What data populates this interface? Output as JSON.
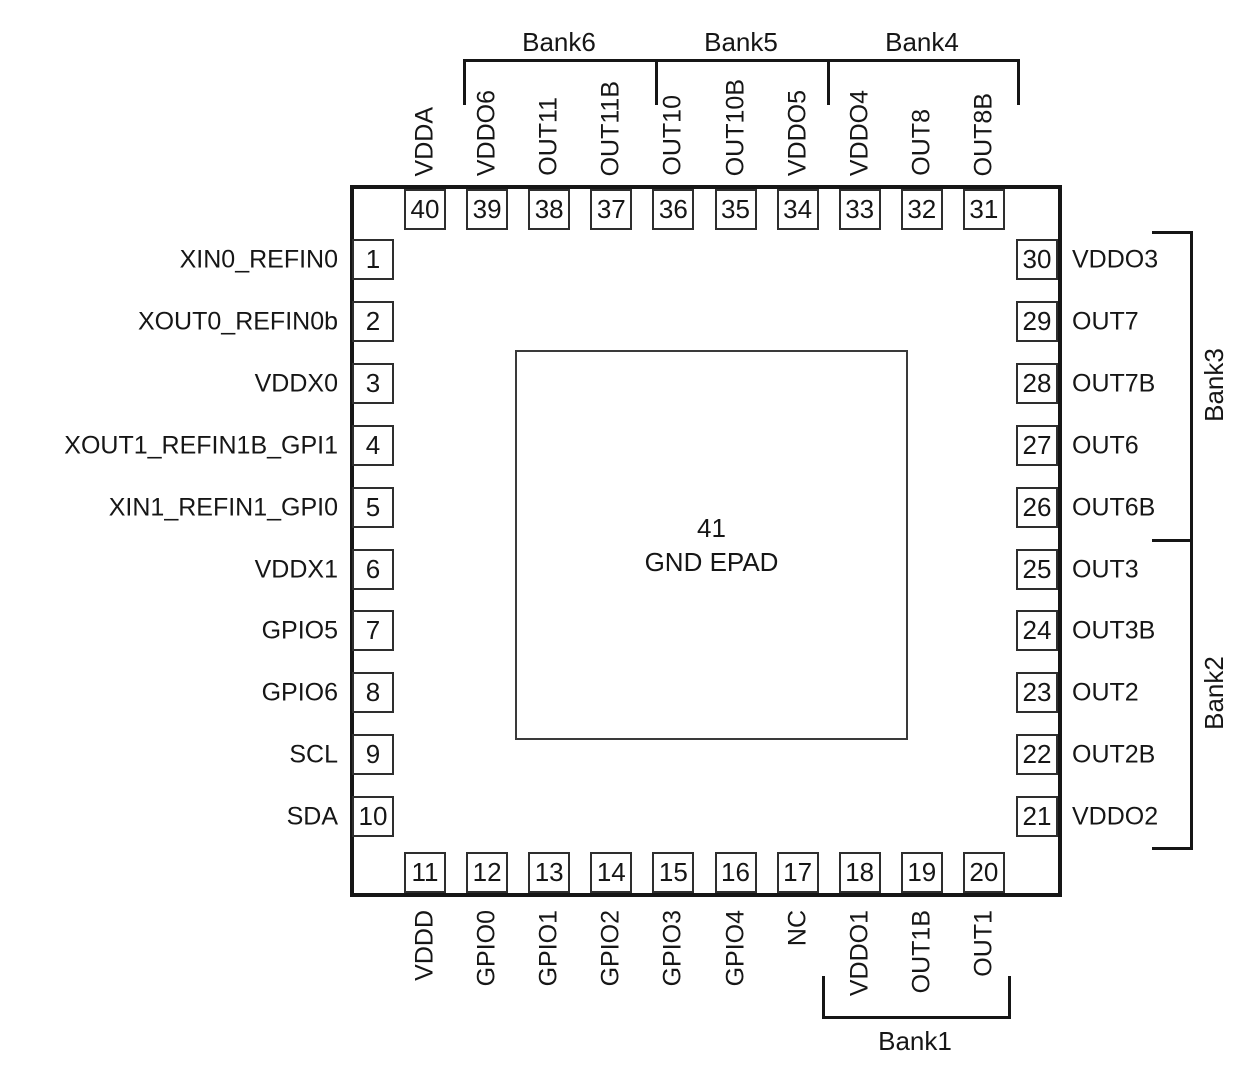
{
  "epad": {
    "number": "41",
    "label": "GND EPAD"
  },
  "pins": {
    "top": [
      {
        "num": "40",
        "name": "VDDA"
      },
      {
        "num": "39",
        "name": "VDDO6"
      },
      {
        "num": "38",
        "name": "OUT11"
      },
      {
        "num": "37",
        "name": "OUT11B"
      },
      {
        "num": "36",
        "name": "OUT10"
      },
      {
        "num": "35",
        "name": "OUT10B"
      },
      {
        "num": "34",
        "name": "VDDO5"
      },
      {
        "num": "33",
        "name": "VDDO4"
      },
      {
        "num": "32",
        "name": "OUT8"
      },
      {
        "num": "31",
        "name": "OUT8B"
      }
    ],
    "left": [
      {
        "num": "1",
        "name": "XIN0_REFIN0"
      },
      {
        "num": "2",
        "name": "XOUT0_REFIN0b"
      },
      {
        "num": "3",
        "name": "VDDX0"
      },
      {
        "num": "4",
        "name": "XOUT1_REFIN1B_GPI1"
      },
      {
        "num": "5",
        "name": "XIN1_REFIN1_GPI0"
      },
      {
        "num": "6",
        "name": "VDDX1"
      },
      {
        "num": "7",
        "name": "GPIO5"
      },
      {
        "num": "8",
        "name": "GPIO6"
      },
      {
        "num": "9",
        "name": "SCL"
      },
      {
        "num": "10",
        "name": "SDA"
      }
    ],
    "right": [
      {
        "num": "30",
        "name": "VDDO3"
      },
      {
        "num": "29",
        "name": "OUT7"
      },
      {
        "num": "28",
        "name": "OUT7B"
      },
      {
        "num": "27",
        "name": "OUT6"
      },
      {
        "num": "26",
        "name": "OUT6B"
      },
      {
        "num": "25",
        "name": "OUT3"
      },
      {
        "num": "24",
        "name": "OUT3B"
      },
      {
        "num": "23",
        "name": "OUT2"
      },
      {
        "num": "22",
        "name": "OUT2B"
      },
      {
        "num": "21",
        "name": "VDDO2"
      }
    ],
    "bottom": [
      {
        "num": "11",
        "name": "VDDD"
      },
      {
        "num": "12",
        "name": "GPIO0"
      },
      {
        "num": "13",
        "name": "GPIO1"
      },
      {
        "num": "14",
        "name": "GPIO2"
      },
      {
        "num": "15",
        "name": "GPIO3"
      },
      {
        "num": "16",
        "name": "GPIO4"
      },
      {
        "num": "17",
        "name": "NC"
      },
      {
        "num": "18",
        "name": "VDDO1"
      },
      {
        "num": "19",
        "name": "OUT1B"
      },
      {
        "num": "20",
        "name": "OUT1"
      }
    ]
  },
  "banks": [
    {
      "label": "Bank6",
      "side": "top",
      "pins": [
        "39",
        "38",
        "37"
      ]
    },
    {
      "label": "Bank5",
      "side": "top",
      "pins": [
        "36",
        "35",
        "34"
      ]
    },
    {
      "label": "Bank4",
      "side": "top",
      "pins": [
        "33",
        "32",
        "31"
      ]
    },
    {
      "label": "Bank3",
      "side": "right",
      "pins": [
        "30",
        "29",
        "28",
        "27",
        "26"
      ]
    },
    {
      "label": "Bank2",
      "side": "right",
      "pins": [
        "25",
        "24",
        "23",
        "22",
        "21"
      ]
    },
    {
      "label": "Bank1",
      "side": "bottom",
      "pins": [
        "18",
        "19",
        "20"
      ]
    }
  ],
  "colors": {
    "line": "#161616",
    "text": "#161616",
    "background": "#ffffff"
  }
}
